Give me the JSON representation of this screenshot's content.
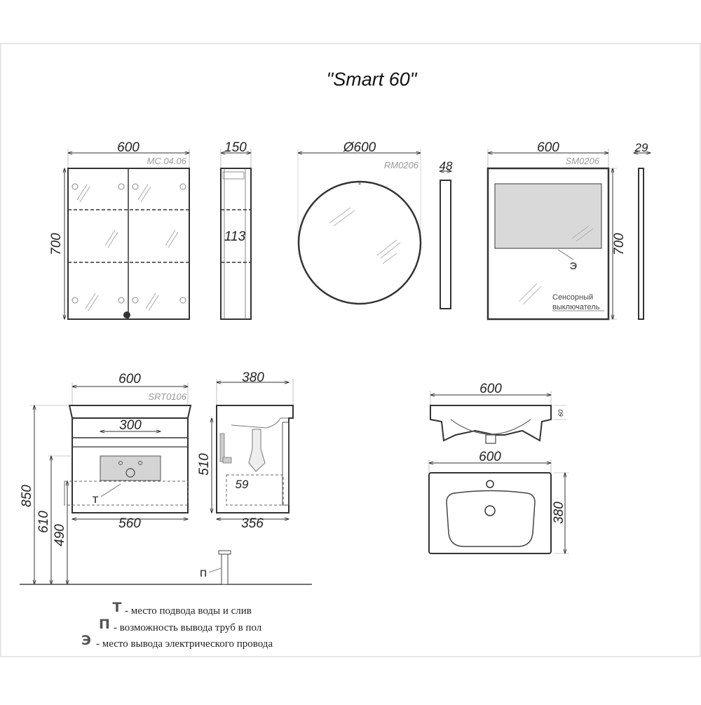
{
  "title": "\"Smart 60\"",
  "cabinet": {
    "code": "MC.04.06",
    "width": "600",
    "height": "700",
    "depth": "150",
    "shelf": "113"
  },
  "round_mirror": {
    "code": "RM0206",
    "diameter": "Ø600",
    "depth": "48"
  },
  "led_mirror": {
    "code": "SM0206",
    "width": "600",
    "height": "700",
    "depth": "29",
    "outlet_symbol": "Э",
    "switch_label_1": "Сенсорный",
    "switch_label_2": "выключатель"
  },
  "vanity": {
    "code": "SRT0106",
    "width": "600",
    "drawer_opening": "300",
    "inner_width": "560",
    "depth": "380",
    "body_height": "510",
    "inner_depth": "356",
    "plinth": "59",
    "total_height": "850",
    "height_610": "610",
    "height_490": "490",
    "water_symbol": "Т",
    "floor_symbol": "П"
  },
  "basin": {
    "width_side": "600",
    "rim": "60",
    "width_top": "600",
    "depth": "380"
  },
  "legend": [
    {
      "symbol": "Т",
      "text": "- место подвода воды и слив"
    },
    {
      "symbol": "П",
      "text": "- возможность вывода труб в пол"
    },
    {
      "symbol": "Э",
      "text": "- место вывода электрического провода"
    }
  ]
}
